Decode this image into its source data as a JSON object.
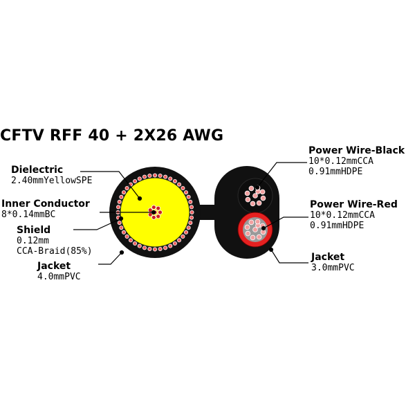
{
  "title": "CFTV RFF 40 + 2X26 AWG",
  "colors": {
    "jacket": "#111111",
    "dielectric": "#ffff00",
    "shield_strand": "#f06060",
    "conductor": "#cc2222",
    "red_insulation": "#e52020",
    "strand_fill": "#f2a0a0",
    "wire_core": "#888888"
  },
  "labels": {
    "dielectric": {
      "name": "Dielectric",
      "spec": "2.40mmYellowSPE"
    },
    "inner_conductor": {
      "name": "Inner Conductor",
      "spec": "8*0.14mmBC"
    },
    "shield": {
      "name": "Shield",
      "spec1": "0.12mm",
      "spec2": "CCA-Braid(85%)"
    },
    "jacket_left": {
      "name": "Jacket",
      "spec": "4.0mmPVC"
    },
    "power_black": {
      "name": "Power Wire-Black",
      "spec1": "10*0.12mmCCA",
      "spec2": "0.91mmHDPE"
    },
    "power_red": {
      "name": "Power Wire-Red",
      "spec1": "10*0.12mmCCA",
      "spec2": "0.91mmHDPE"
    },
    "jacket_right": {
      "name": "Jacket",
      "spec": "3.0mmPVC"
    }
  }
}
